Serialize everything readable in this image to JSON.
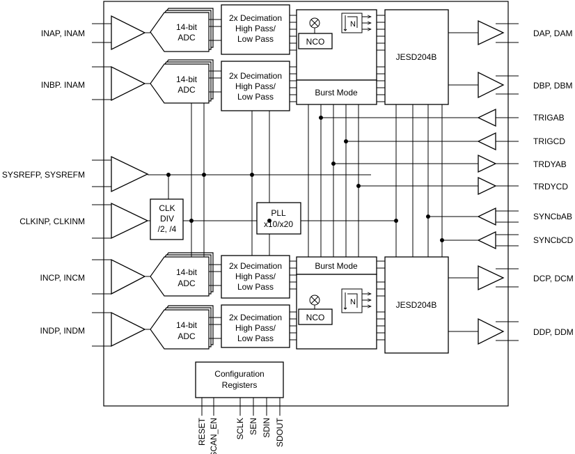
{
  "pins": {
    "inab": "INAP, INAM",
    "inbb": "INBP. INAM",
    "sysref": "SYSREFP, SYSREFM",
    "clkin": "CLKINP, CLKINM",
    "incd": "INCP, INCM",
    "indd": "INDP, INDM",
    "dab": "DAP, DAM",
    "dbb": "DBP, DBM",
    "trigab": "TRIGAB",
    "trigcd": "TRIGCD",
    "trdyab": "TRDYAB",
    "trdycd": "TRDYCD",
    "syncab": "SYNCbAB",
    "synccd": "SYNCbCD",
    "dcc": "DCP, DCM",
    "ddd": "DDP, DDM",
    "reset": "RESET",
    "scan_en": "SCAN_EN",
    "sclk": "SCLK",
    "sen": "SEN",
    "sdin": "SDIN",
    "sdout": "SDOUT"
  },
  "blocks": {
    "adc_l1": "14-bit",
    "adc_l2": "ADC",
    "dec_l1": "2x Decimation",
    "dec_l2": "High Pass/",
    "dec_l3": "Low Pass",
    "nco": "NCO",
    "n_symbol": "N",
    "burst": "Burst Mode",
    "jesd": "JESD204B",
    "clk_l1": "CLK",
    "clk_l2": "DIV",
    "clk_l3": "/2, /4",
    "pll_l1": "PLL",
    "pll_l2": "x10/x20",
    "cfg_l1": "Configuration",
    "cfg_l2": "Registers"
  }
}
